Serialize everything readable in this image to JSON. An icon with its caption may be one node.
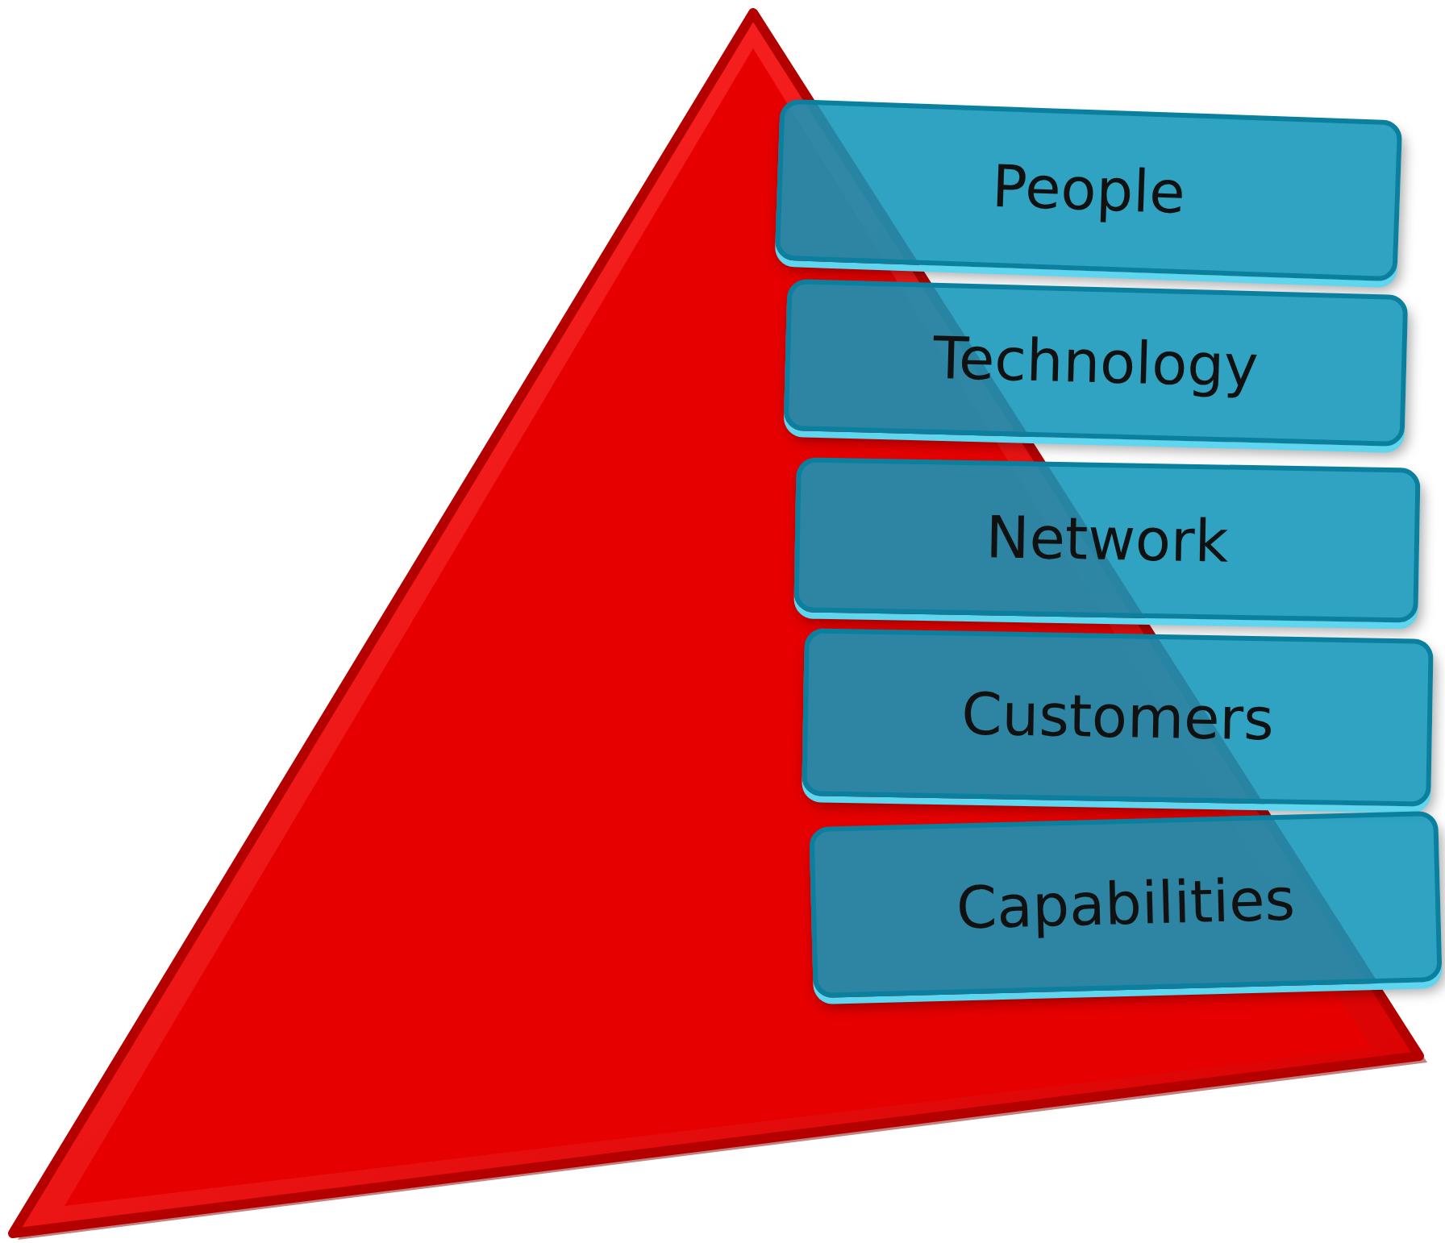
{
  "diagram": {
    "nodes": [
      {
        "text": [
          "People"
        ]
      },
      {
        "text": [
          "Technology"
        ]
      },
      {
        "text": [
          "Network"
        ]
      },
      {
        "text": [
          "Customers"
        ]
      },
      {
        "text": [
          "Capabilities"
        ]
      }
    ]
  }
}
